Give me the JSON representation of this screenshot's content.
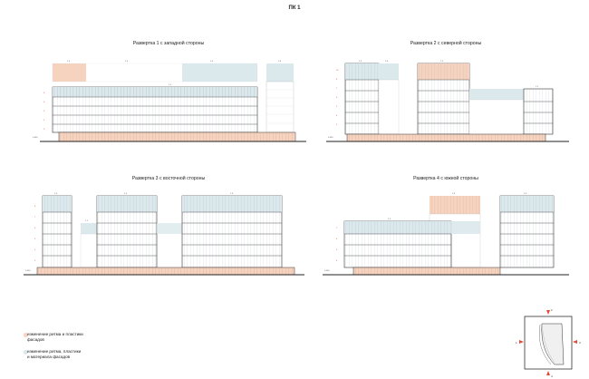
{
  "header": {
    "title": "ПК 1"
  },
  "panels": [
    {
      "title": "Развертка 1 с западной стороны"
    },
    {
      "title": "Развертка 2 с северной стороны"
    },
    {
      "title": "Развертка 3 с восточной стороны"
    },
    {
      "title": "Развертка 4 с южной стороны"
    }
  ],
  "legend": [
    {
      "label_line1": "изменение ритма и пластики",
      "label_line2": "фасадов",
      "color": "#f6d3bf"
    },
    {
      "label_line1": "изменение ритма, пластики",
      "label_line2": "и материала фасадов",
      "color": "#d9e6ea"
    }
  ],
  "colors": {
    "pink": "#f6d3bf",
    "blue": "#dbe8ec",
    "line": "#333333",
    "accent": "#e34a3a"
  },
  "plan": {
    "labels": [
      "1",
      "2",
      "3",
      "4"
    ]
  },
  "codes": {
    "west": [
      "1.5",
      "1.3",
      "1.4",
      "1.6",
      "1.1"
    ],
    "north": [
      "1.5",
      "1.6",
      "1.2",
      "1.1"
    ],
    "east": [
      "1.5",
      "1.1",
      "1.4",
      "1.3"
    ],
    "south": [
      "1.1",
      "1.6",
      "1.5"
    ]
  }
}
